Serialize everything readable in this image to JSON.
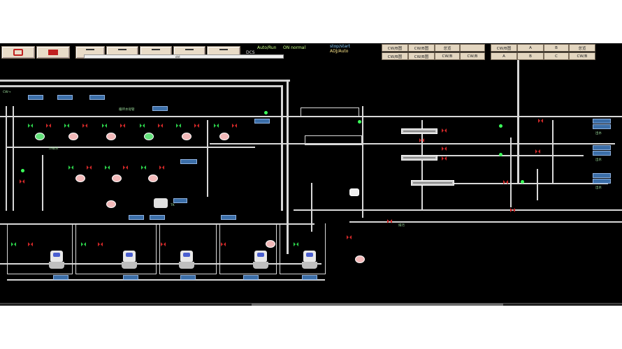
{
  "toolbar": {
    "buttons": [
      {
        "name": "alarm-button",
        "icon": "alarm-icon"
      },
      {
        "name": "trend-button",
        "icon": "trend-icon"
      },
      {
        "name": "tool-button-3",
        "icon": "panel-icon"
      },
      {
        "name": "tool-button-4",
        "icon": "panel-icon"
      },
      {
        "name": "tool-button-5",
        "icon": "panel-icon"
      },
      {
        "name": "tool-button-6",
        "icon": "panel-icon"
      },
      {
        "name": "tool-button-7",
        "icon": "fan-icon"
      }
    ],
    "input_text": "ctrl",
    "status_left": "DCS",
    "status_title": "Auto/Run",
    "status_mode": "ON  normal",
    "status_sub": "ADJ/Auto",
    "status_time": "stop/start"
  },
  "nav": {
    "row1": [
      "CW/B图",
      "CW/B图",
      "总览",
      "",
      "",
      "",
      "CW/B图",
      "A",
      "B",
      "总览"
    ],
    "row2": [
      "CW/B图",
      "CW/B图",
      "CW/B",
      "CW/B",
      "",
      "",
      "A",
      "B",
      "C",
      "CW/B"
    ]
  },
  "colors": {
    "pipe": "#d8d8d8",
    "valve_closed": "#d02828",
    "valve_open": "#2bd04a",
    "tag_bg": "#3b6ea8",
    "text": "#9fe09f"
  },
  "process": {
    "labels": {
      "header1": "CW→",
      "bus1": "循环水母管",
      "bus2": "冷却水",
      "tank": "TK",
      "drain": "排污",
      "out1": "出水",
      "out2": "出水",
      "out3": "出水"
    }
  }
}
